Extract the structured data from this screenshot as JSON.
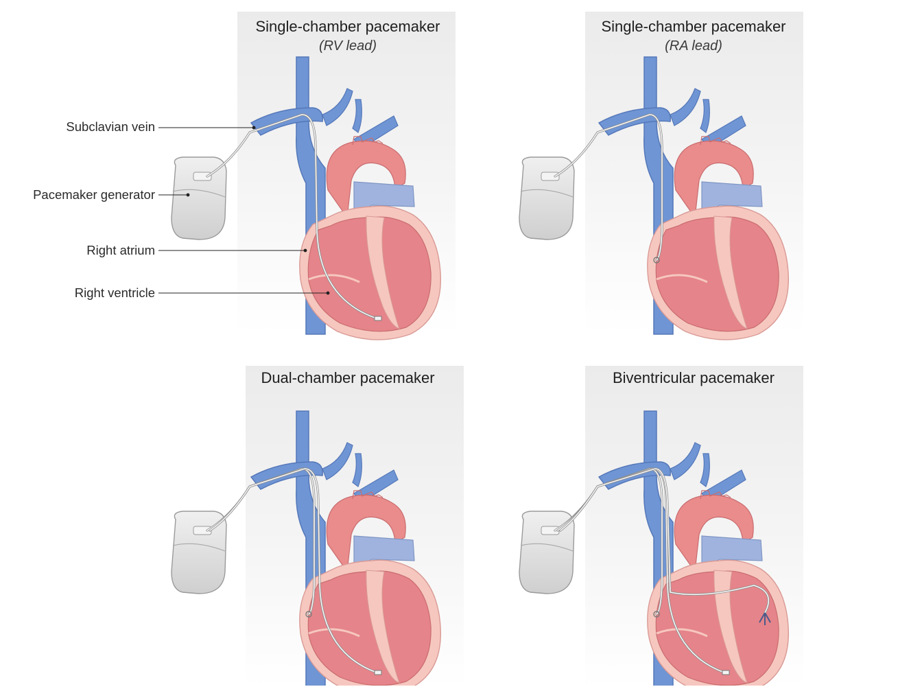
{
  "panels": [
    {
      "title": "Single-chamber pacemaker",
      "subtitle": "(RV lead)",
      "leads": [
        "RV"
      ]
    },
    {
      "title": "Single-chamber pacemaker",
      "subtitle": "(RA lead)",
      "leads": [
        "RA"
      ]
    },
    {
      "title": "Dual-chamber pacemaker",
      "subtitle": "",
      "leads": [
        "RA",
        "RV"
      ]
    },
    {
      "title": "Biventricular pacemaker",
      "subtitle": "",
      "leads": [
        "RA",
        "RV",
        "LV"
      ]
    }
  ],
  "labels": {
    "subclavian_vein": "Subclavian vein",
    "pacemaker_generator": "Pacemaker generator",
    "right_atrium": "Right atrium",
    "right_ventricle": "Right ventricle"
  },
  "colors": {
    "panel_bg_top": "#ececec",
    "vein_blue": "#6f95d4",
    "vein_blue_dark": "#5578b9",
    "heart_pink": "#ea8c8c",
    "heart_pink_light": "#f6c7bf",
    "heart_chamber": "#e5848a",
    "artery_lavender": "#9fb3de",
    "generator_grey": "#dcdcdc",
    "lead_white": "#f7f7f7"
  }
}
